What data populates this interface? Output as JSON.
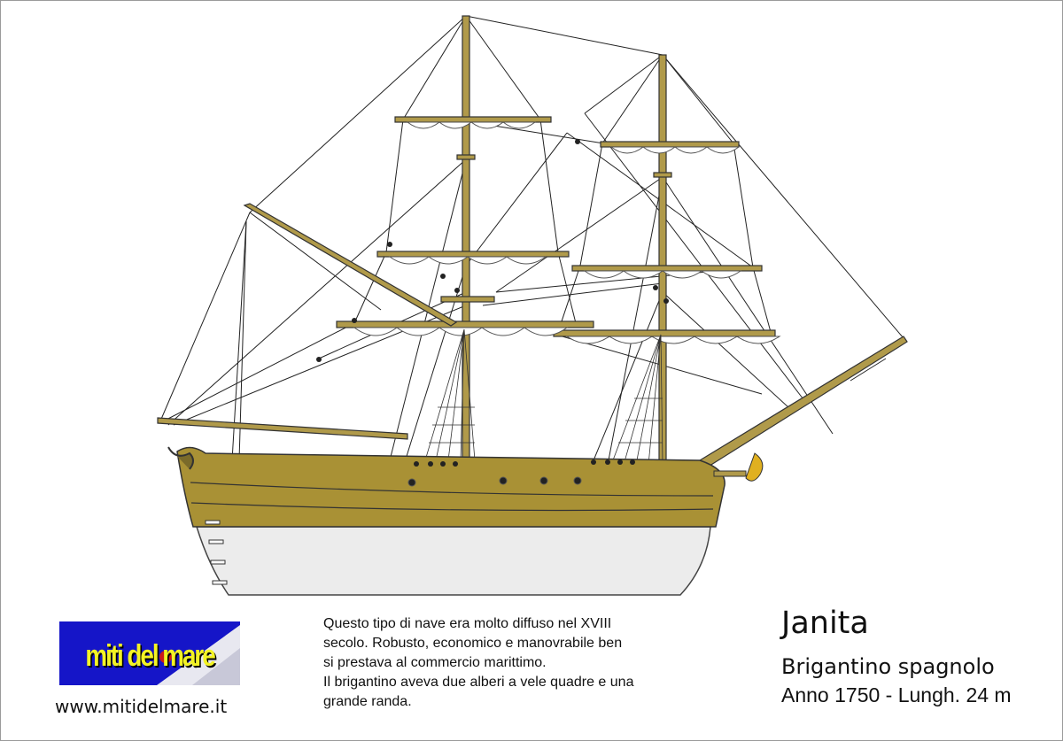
{
  "logo": {
    "text": "miti del mare",
    "bg_color": "#1515c8",
    "text_color": "#f3f324"
  },
  "website": "www.mitidelmare.it",
  "description": [
    "Questo tipo di nave era molto diffuso nel XVIII",
    "secolo. Robusto, economico e manovrabile ben",
    "si prestava al commercio marittimo.",
    "Il brigantino aveva due alberi a vele quadre e una",
    "grande randa."
  ],
  "ship": {
    "name": "Janita",
    "type": "Brigantino spagnolo",
    "details": "Anno 1750 - Lungh. 24 m",
    "hull_color": "#a99135",
    "wood_color": "#b09a4a",
    "bottom_color": "#ececec"
  }
}
